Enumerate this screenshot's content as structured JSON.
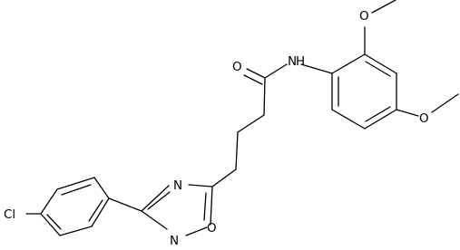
{
  "diagram": {
    "type": "chemical-structure",
    "atoms": {
      "O_carbonyl": "O",
      "N_amide": "N",
      "H_amide": "H",
      "O_methoxy_top": "O",
      "O_methoxy_right": "O",
      "N_oxadiazole_top": "N",
      "N_oxadiazole_bottom": "N",
      "O_oxadiazole": "O",
      "Cl": "Cl"
    }
  }
}
